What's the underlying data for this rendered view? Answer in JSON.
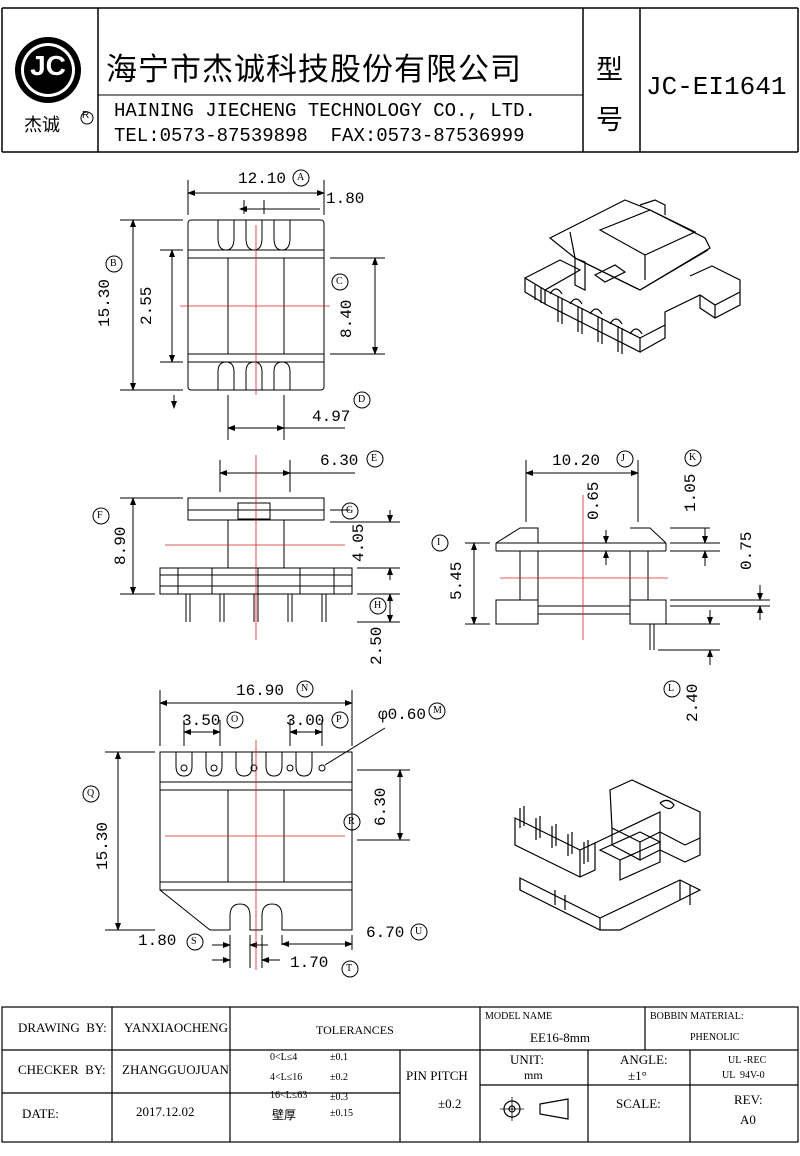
{
  "header": {
    "logo_text": "JC",
    "logo_sub": "杰诚",
    "logo_reg": "R",
    "company_cn": "海宁市杰诚科技股份有限公司",
    "company_en": "HAINING JIECHENG TECHNOLOGY CO., LTD.",
    "contact": "TEL:0573-87539898  FAX:0573-87536999",
    "type_label_1": "型",
    "type_label_2": "号",
    "model": "JC-EI1641"
  },
  "dims": {
    "A": {
      "tag": "A",
      "value": "12.10"
    },
    "a2": "1.80",
    "B": {
      "tag": "B",
      "value": "15.30"
    },
    "b2": "2.55",
    "C": {
      "tag": "C",
      "value": "8.40"
    },
    "D": {
      "tag": "D",
      "value": "4.97"
    },
    "E": {
      "tag": "E",
      "value": "6.30"
    },
    "F": {
      "tag": "F",
      "value": "8.90"
    },
    "G": {
      "tag": "G",
      "value": "4.05"
    },
    "H": {
      "tag": "H",
      "value": "2.50"
    },
    "I": {
      "tag": "I",
      "value": "5.45"
    },
    "J": {
      "tag": "J",
      "value": "10.20"
    },
    "j2": "0.65",
    "K": {
      "tag": "K",
      "value": "1.05"
    },
    "k2": "0.75",
    "L": {
      "tag": "L",
      "value": "2.40"
    },
    "M": {
      "tag": "M",
      "value": "φ0.60"
    },
    "N": {
      "tag": "N",
      "value": "16.90"
    },
    "O": {
      "tag": "O",
      "value": "3.50"
    },
    "P": {
      "tag": "P",
      "value": "3.00"
    },
    "Q": {
      "tag": "Q",
      "value": "15.30"
    },
    "R": {
      "tag": "R",
      "value": "6.30"
    },
    "S": {
      "tag": "S",
      "value": "1.80"
    },
    "T": {
      "tag": "T",
      "value": "1.70"
    },
    "U": {
      "tag": "U",
      "value": "6.70"
    }
  },
  "titleblock": {
    "drawing_by_label": "DRAWING  BY:",
    "drawing_by": "YANXIAOCHENG",
    "checker_by_label": "CHECKER  BY:",
    "checker_by": "ZHANGGUOJUAN",
    "date_label": "DATE:",
    "date": "2017.12.02",
    "tolerances_label": "TOLERANCES",
    "tol_rows": [
      {
        "range": "0<L≤4",
        "tol": "±0.1"
      },
      {
        "range": "4<L≤16",
        "tol": "±0.2"
      },
      {
        "range": "16<L≤63",
        "tol": "±0.3"
      },
      {
        "range": "壁厚",
        "tol": "±0.15"
      }
    ],
    "pin_pitch_label": "PIN PITCH",
    "pin_pitch": "±0.2",
    "model_name_label": "MODEL NAME",
    "model_name": "EE16-8mm",
    "bobbin_material_label": "BOBBIN MATERIAL:",
    "bobbin_material": "PHENOLIC",
    "unit_label": "UNIT:",
    "unit": "mm",
    "angle_label": "ANGLE:",
    "angle": "±1°",
    "ul1": "UL -REC",
    "ul2": "UL  94V-0",
    "scale_label": "SCALE:",
    "rev_label": "REV:",
    "rev": "A0"
  }
}
